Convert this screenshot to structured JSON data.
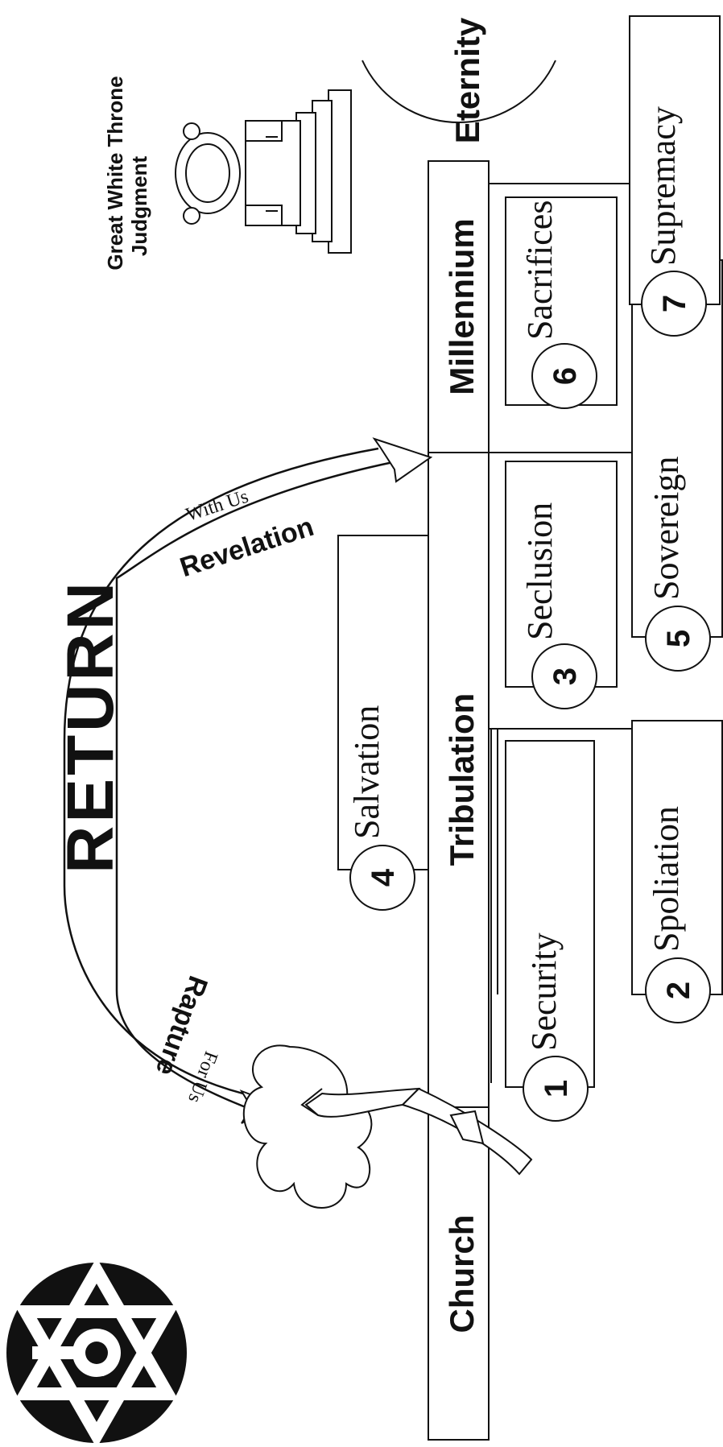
{
  "periods": {
    "church": "Church",
    "tribulation": "Tribulation",
    "millennium": "Millennium",
    "eternity": "Eternity"
  },
  "return_title": "RETURN",
  "rapture": {
    "label": "Rapture",
    "sub": "For Us"
  },
  "revelation": {
    "label": "Revelation",
    "sub": "With Us"
  },
  "throne_caption": {
    "line1": "Great White Throne",
    "line2": "Judgment"
  },
  "events": [
    {
      "number": "1",
      "label": "Security"
    },
    {
      "number": "2",
      "label": "Spoliation"
    },
    {
      "number": "3",
      "label": "Seclusion"
    },
    {
      "number": "4",
      "label": "Salvation"
    },
    {
      "number": "5",
      "label": "Sovereign"
    },
    {
      "number": "6",
      "label": "Sacrifices"
    },
    {
      "number": "7",
      "label": "Supremacy"
    }
  ],
  "icons": [
    "star-of-david-icon",
    "throne-icon",
    "cloud-icon"
  ]
}
